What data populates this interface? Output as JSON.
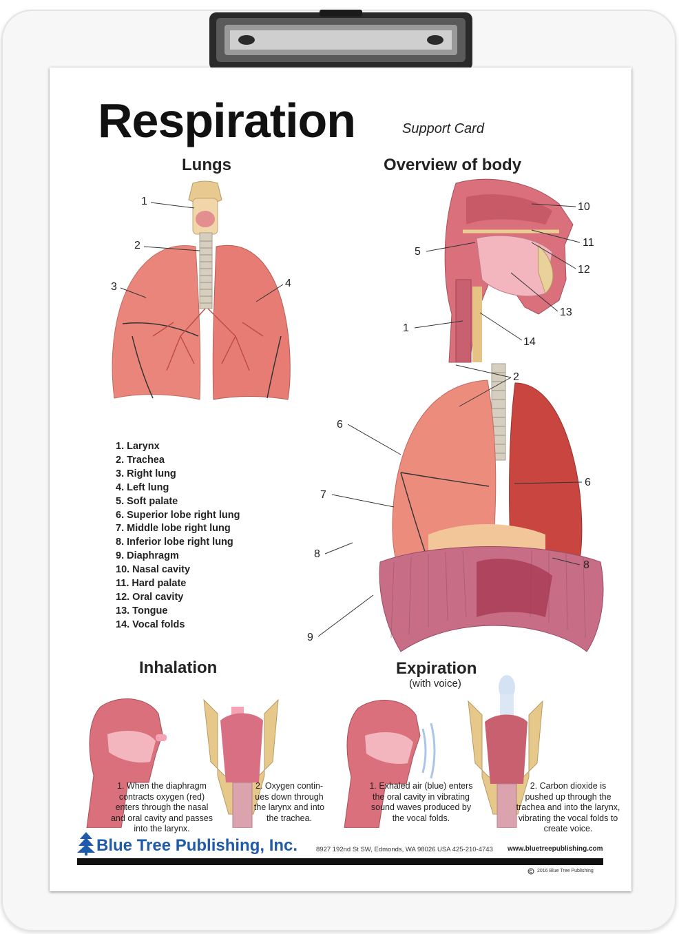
{
  "card": {
    "title": "Respiration",
    "subtitle": "Support Card"
  },
  "sections": {
    "lungs": "Lungs",
    "overview": "Overview of body",
    "inhalation": "Inhalation",
    "expiration": "Expiration",
    "expiration_sub": "(with voice)"
  },
  "legend": [
    "1. Larynx",
    "2. Trachea",
    "3. Right lung",
    "4. Left lung",
    "5. Soft palate",
    "6. Superior lobe right lung",
    "7. Middle lobe right lung",
    "8. Inferior lobe right lung",
    "9. Diaphragm",
    "10. Nasal cavity",
    "11. Hard palate",
    "12. Oral cavity",
    "13. Tongue",
    "14. Vocal folds"
  ],
  "lungs_labels": [
    "1",
    "2",
    "3",
    "4"
  ],
  "overview_labels": [
    "10",
    "11",
    "5",
    "12",
    "13",
    "1",
    "14",
    "2",
    "6",
    "6",
    "7",
    "8",
    "8",
    "9"
  ],
  "captions": {
    "inhale_1": "1. When the diaphragm contracts oxygen (red) enters through the nasal and oral cavity and passes into the larynx.",
    "inhale_2": "2. Oxygen contin-ues down through the larynx and into the trachea.",
    "exhale_1": "1. Exhaled air (blue) enters the oral cavity in vibrating sound waves produced by the vocal folds.",
    "exhale_2": "2. Carbon dioxide is pushed up through the trachea and into the larynx, vibrating the vocal folds to create voice."
  },
  "footer": {
    "brand": "Blue Tree Publishing, Inc.",
    "address": "8927 192nd St SW, Edmonds, WA 98026 USA 425-210-4743",
    "website": "www.bluetreepublishing.com",
    "copyright": "2016 Blue Tree Publishing"
  },
  "colors": {
    "brand_blue": "#1f5ba8",
    "lung_pink": "#e9857a",
    "lung_dark": "#c24a45",
    "diaphragm": "#c86d86",
    "trachea": "#cfc8b8",
    "airflow_blue": "#a9c6e8"
  }
}
